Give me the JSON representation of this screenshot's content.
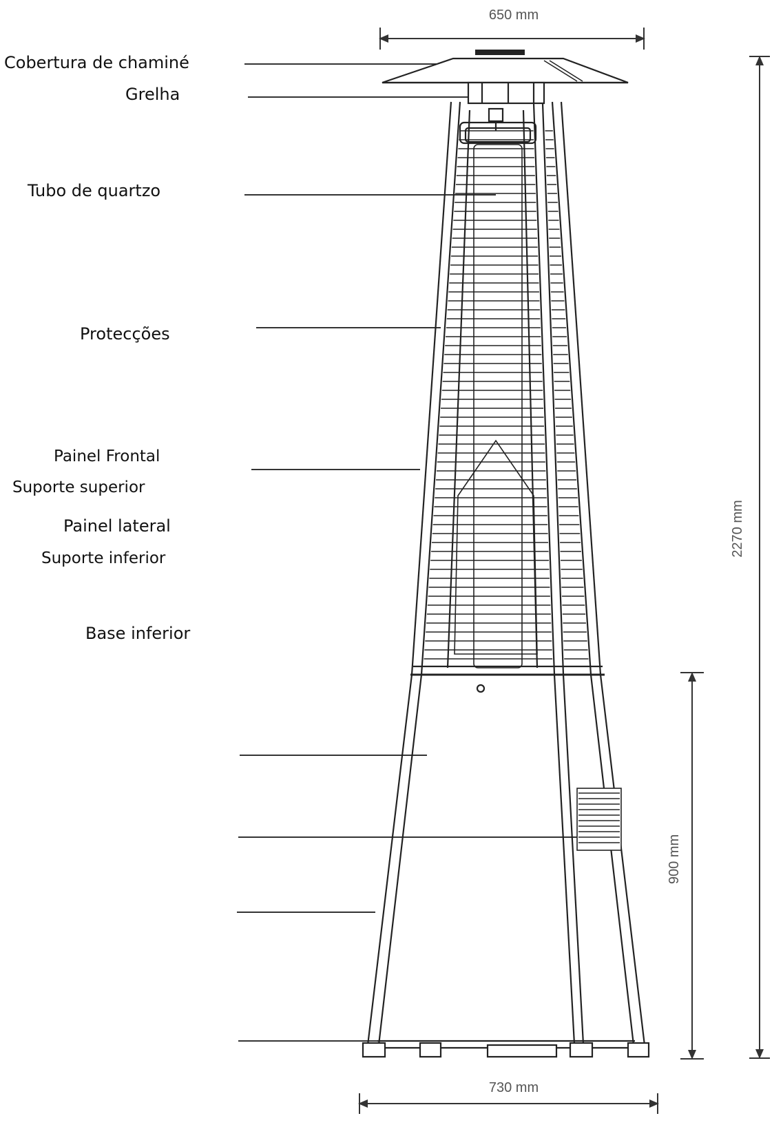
{
  "labels": {
    "chimney_cover": "Cobertura de chaminé",
    "grille": "Grelha",
    "quartz_tube": "Tubo de quartzo",
    "guards": "Protecções",
    "front_panel": "Painel Frontal",
    "upper_support": "Suporte superior",
    "side_panel": "Painel lateral",
    "lower_support": "Suporte inferior",
    "lower_base": "Base inferior"
  },
  "dimensions": {
    "top_width": "650 mm",
    "total_height": "2270 mm",
    "lower_height": "900 mm",
    "base_width": "730 mm"
  },
  "colors": {
    "line": "#222222",
    "dim_line": "#333333",
    "label": "#111111"
  }
}
